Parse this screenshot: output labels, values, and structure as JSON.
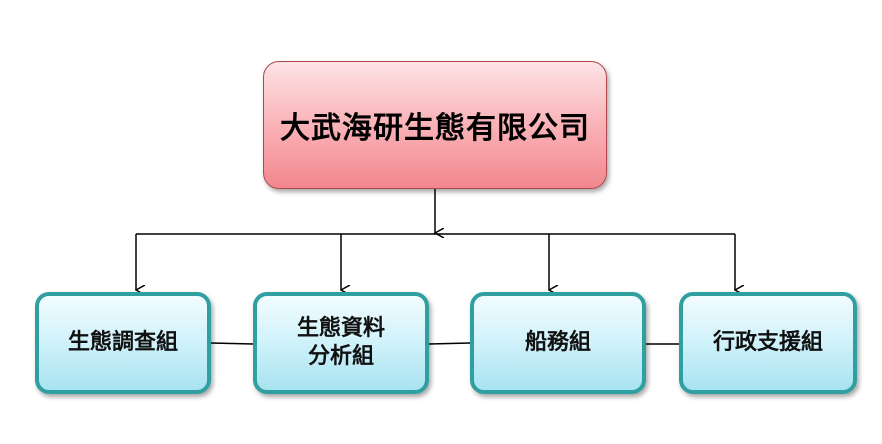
{
  "org_chart": {
    "root": {
      "label": "大武海研生態有限公司"
    },
    "departments": [
      {
        "lines": [
          "生態調查組"
        ]
      },
      {
        "lines": [
          "生態資料",
          "分析組"
        ]
      },
      {
        "lines": [
          "船務組"
        ]
      },
      {
        "lines": [
          "行政支援組"
        ]
      }
    ]
  },
  "colors": {
    "root_fill": "#f9aeb3",
    "root_border": "#b0474d",
    "department_fill": "#d3f3fb",
    "department_border": "#2f9f9f",
    "connector": "#000000"
  }
}
